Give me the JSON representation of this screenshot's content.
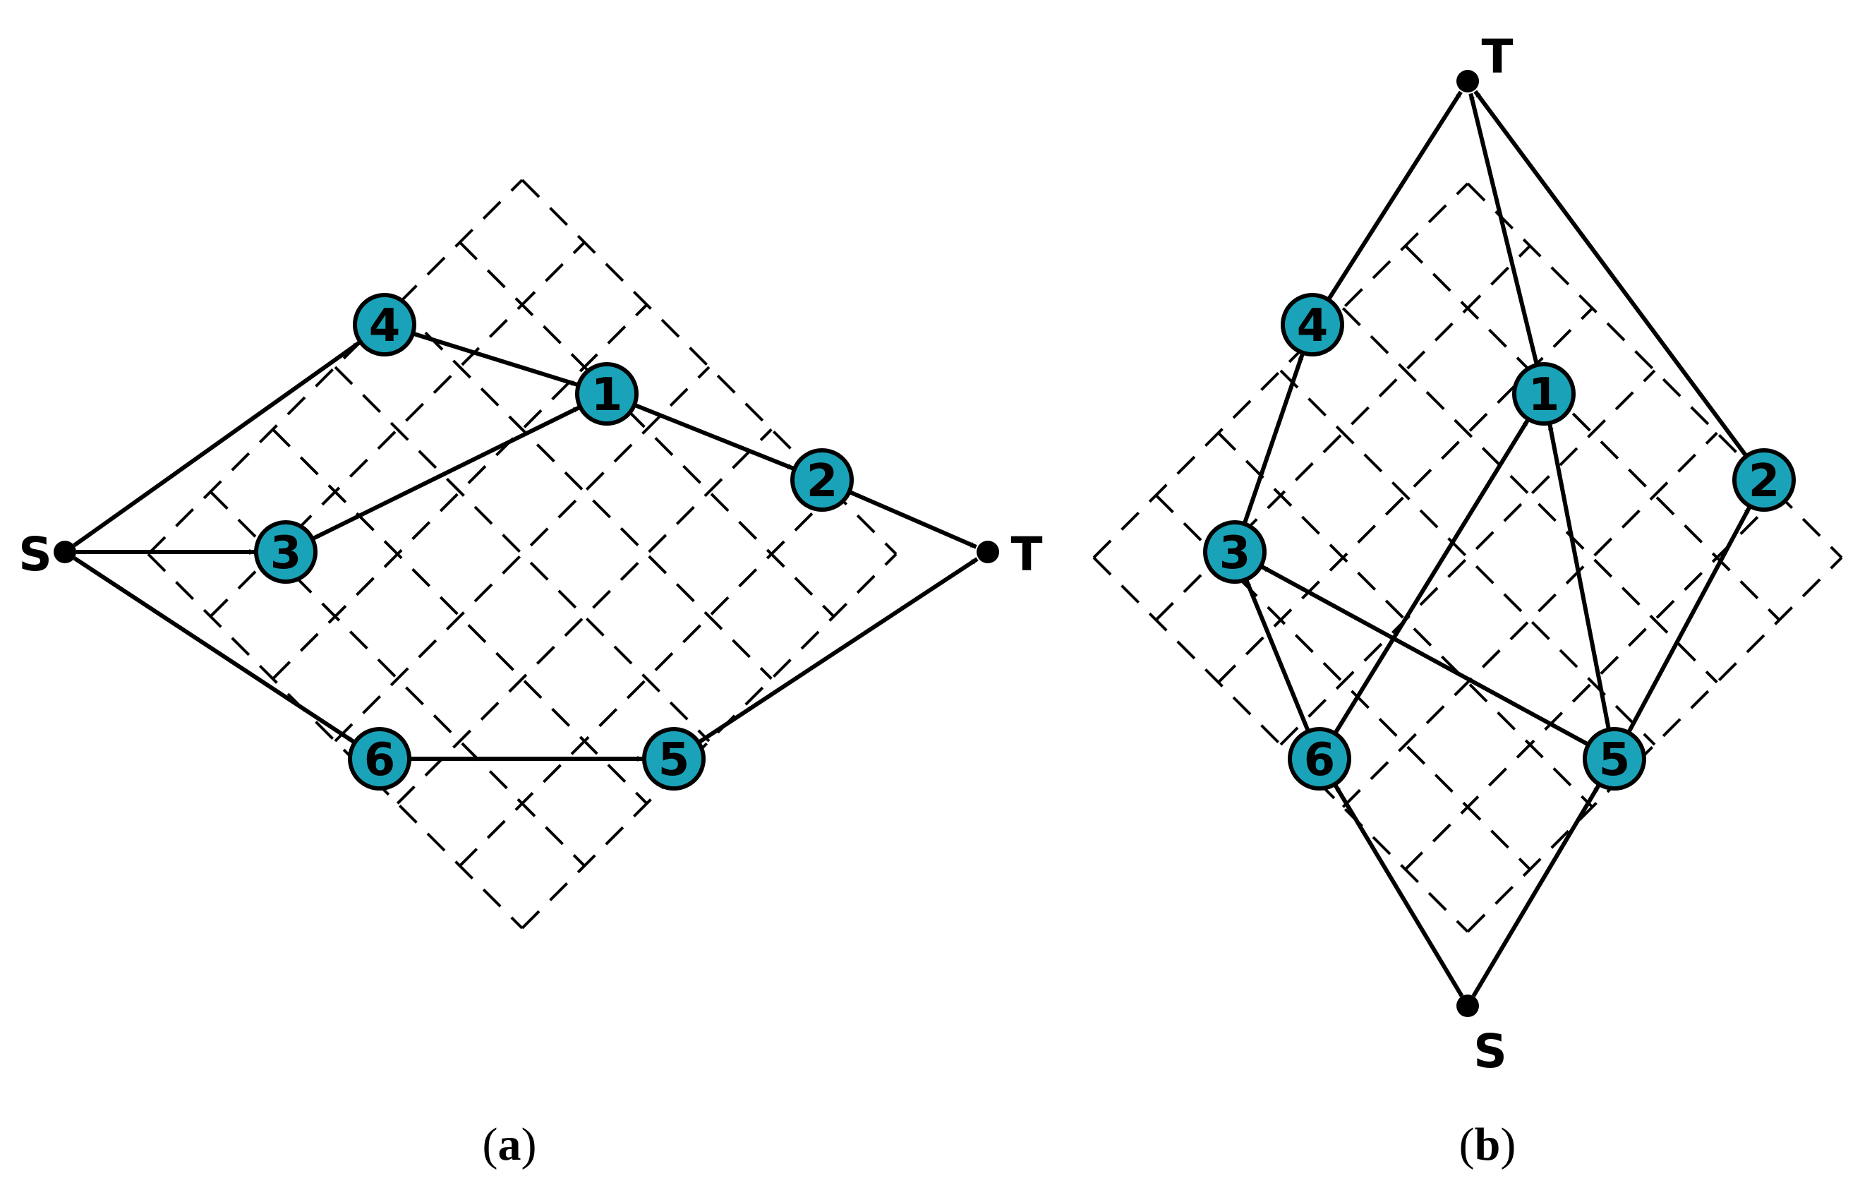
{
  "colors": {
    "node_fill": "#1aa3b8",
    "ink": "#000000",
    "background": "#ffffff"
  },
  "panels": [
    {
      "id": "a",
      "caption_open": "(",
      "caption_letter": "a",
      "caption_close": ")",
      "terminals": [
        {
          "id": "S",
          "label": "S"
        },
        {
          "id": "T",
          "label": "T"
        }
      ],
      "nodes": [
        {
          "id": "1",
          "label": "1"
        },
        {
          "id": "2",
          "label": "2"
        },
        {
          "id": "3",
          "label": "3"
        },
        {
          "id": "4",
          "label": "4"
        },
        {
          "id": "5",
          "label": "5"
        },
        {
          "id": "6",
          "label": "6"
        }
      ],
      "edges": [
        {
          "from": "S",
          "to": "4"
        },
        {
          "from": "S",
          "to": "3"
        },
        {
          "from": "S",
          "to": "6"
        },
        {
          "from": "4",
          "to": "1"
        },
        {
          "from": "3",
          "to": "1"
        },
        {
          "from": "1",
          "to": "2"
        },
        {
          "from": "2",
          "to": "T"
        },
        {
          "from": "6",
          "to": "5"
        },
        {
          "from": "5",
          "to": "T"
        }
      ]
    },
    {
      "id": "b",
      "caption_open": "(",
      "caption_letter": "b",
      "caption_close": ")",
      "terminals": [
        {
          "id": "S",
          "label": "S"
        },
        {
          "id": "T",
          "label": "T"
        }
      ],
      "nodes": [
        {
          "id": "1",
          "label": "1"
        },
        {
          "id": "2",
          "label": "2"
        },
        {
          "id": "3",
          "label": "3"
        },
        {
          "id": "4",
          "label": "4"
        },
        {
          "id": "5",
          "label": "5"
        },
        {
          "id": "6",
          "label": "6"
        }
      ],
      "edges": [
        {
          "from": "S",
          "to": "6"
        },
        {
          "from": "S",
          "to": "5"
        },
        {
          "from": "6",
          "to": "3"
        },
        {
          "from": "6",
          "to": "1"
        },
        {
          "from": "5",
          "to": "3"
        },
        {
          "from": "5",
          "to": "1"
        },
        {
          "from": "5",
          "to": "2"
        },
        {
          "from": "3",
          "to": "4"
        },
        {
          "from": "4",
          "to": "T"
        },
        {
          "from": "1",
          "to": "T"
        },
        {
          "from": "2",
          "to": "T"
        }
      ]
    }
  ]
}
